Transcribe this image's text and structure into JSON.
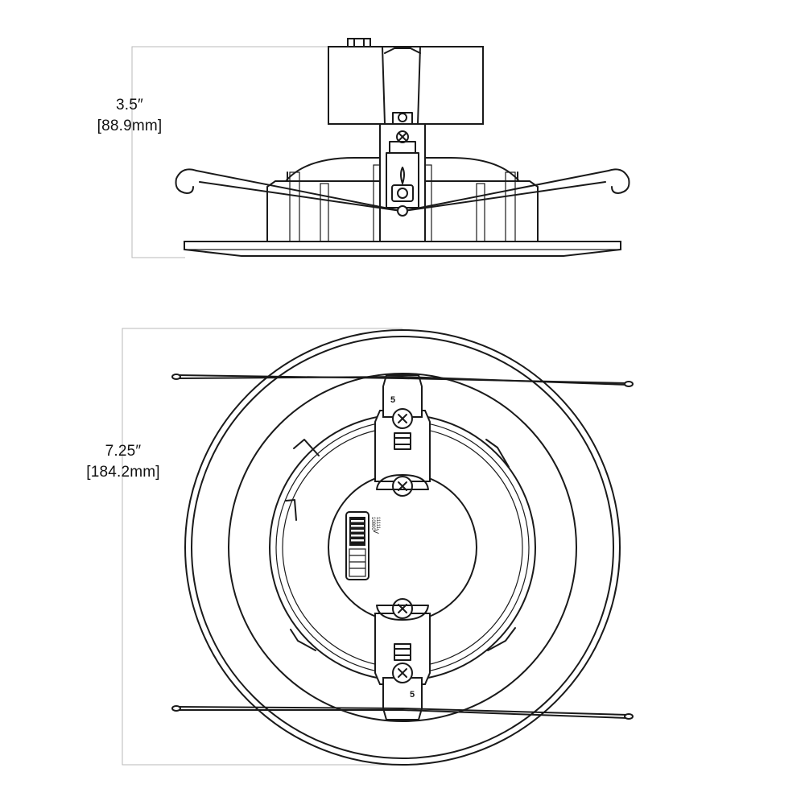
{
  "dimensions": {
    "height": {
      "imperial": "3.5″",
      "metric": "[88.9mm]"
    },
    "diameter": {
      "imperial": "7.25″",
      "metric": "[184.2mm]"
    }
  },
  "markings": {
    "bracket_number": "5",
    "switch_arrow": "V",
    "switch_column_a": "10800",
    "switch_column_b": "11111"
  }
}
